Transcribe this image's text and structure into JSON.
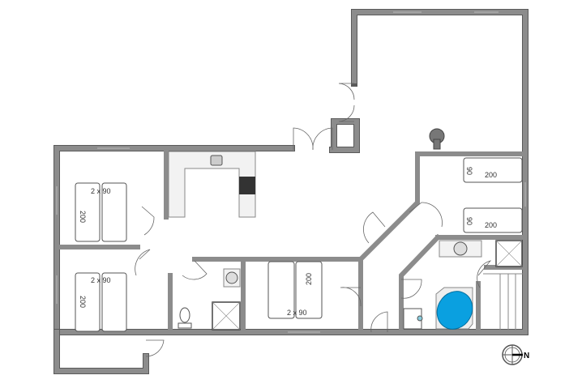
{
  "floorplan": {
    "bed_labels": {
      "double_width": "2 x 90",
      "length": "200",
      "single_width": "90"
    },
    "compass": {
      "label": "N"
    },
    "colors": {
      "wall": "#8c8c8c",
      "bathtub": "#0aa0e0",
      "cooktop": "#333333"
    }
  }
}
